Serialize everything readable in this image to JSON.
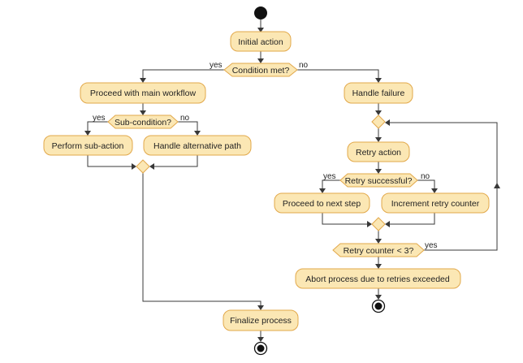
{
  "nodes": {
    "initial_action": "Initial action",
    "condition_met": "Condition met?",
    "proceed_main": "Proceed with main workflow",
    "handle_failure": "Handle failure",
    "sub_condition": "Sub-condition?",
    "perform_sub_action": "Perform sub-action",
    "handle_alternative": "Handle alternative path",
    "retry_action": "Retry action",
    "retry_successful": "Retry successful?",
    "proceed_next_step": "Proceed to next step",
    "increment_retry": "Increment retry counter",
    "retry_counter_check": "Retry counter < 3?",
    "abort_process": "Abort process due to retries exceeded",
    "finalize_process": "Finalize process"
  },
  "guards": {
    "condition_yes": "yes",
    "condition_no": "no",
    "sub_yes": "yes",
    "sub_no": "no",
    "retry_yes": "yes",
    "retry_no": "no",
    "counter_yes": "yes"
  },
  "colors": {
    "node_fill": "#fbe7b4",
    "node_stroke": "#e2a84a",
    "edge": "#383838",
    "start_end": "#111111"
  }
}
